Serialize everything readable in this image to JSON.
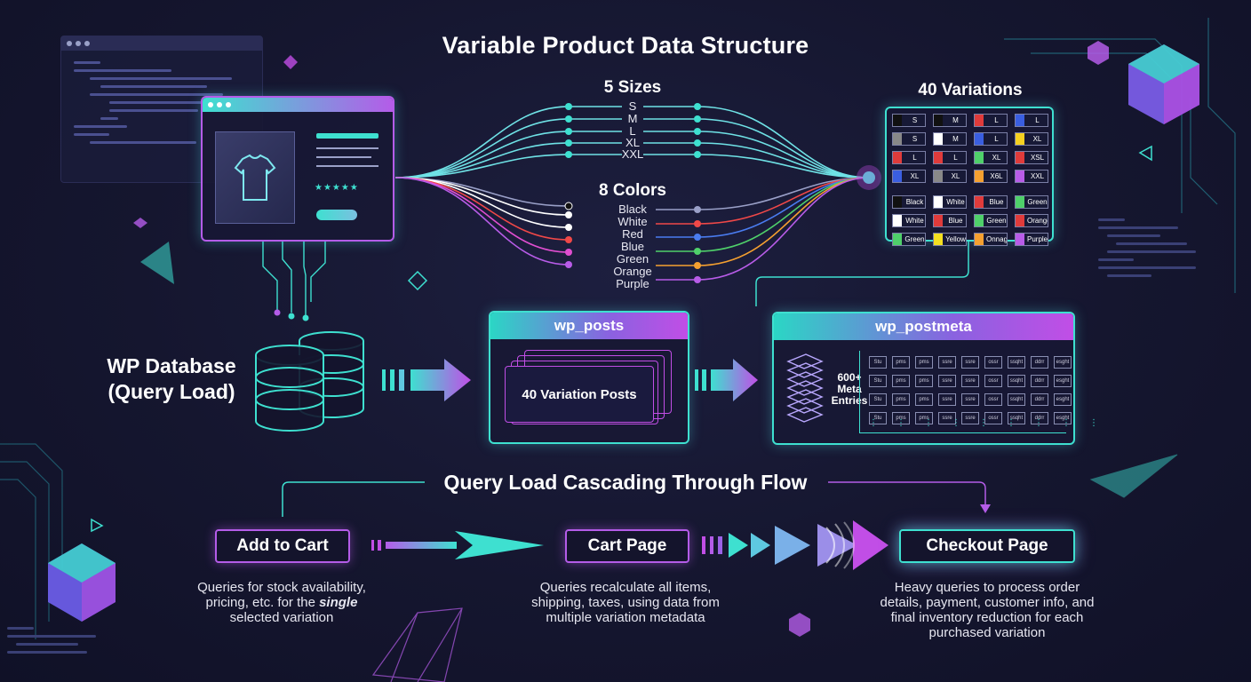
{
  "title": "Variable Product Data Structure",
  "sizes": {
    "heading": "5 Sizes",
    "items": [
      "S",
      "M",
      "L",
      "XL",
      "XXL"
    ]
  },
  "colors": {
    "heading": "8 Colors",
    "items": [
      "Black",
      "White",
      "Red",
      "Blue",
      "Green",
      "Orange",
      "Purple"
    ],
    "dot_colors": [
      "#111111",
      "#ffffff",
      "#f04848",
      "#4a7cf0",
      "#4fd06a",
      "#f5a030",
      "#b85ce8"
    ]
  },
  "variations": {
    "heading": "40 Variations",
    "rows": [
      [
        {
          "c": "#111111",
          "t": "S"
        },
        {
          "c": "#111111",
          "t": "M"
        },
        {
          "c": "#e03b3b",
          "t": "L"
        },
        {
          "c": "#3a5ee0",
          "t": "L"
        }
      ],
      [
        {
          "c": "#888888",
          "t": "S"
        },
        {
          "c": "#ffffff",
          "t": "M"
        },
        {
          "c": "#3a5ee0",
          "t": "L"
        },
        {
          "c": "#f5d020",
          "t": "XL"
        }
      ],
      [
        {
          "c": "#e03b3b",
          "t": "L"
        },
        {
          "c": "#e03b3b",
          "t": "L"
        },
        {
          "c": "#4fd06a",
          "t": "XL"
        },
        {
          "c": "#e03b3b",
          "t": "XSL"
        }
      ],
      [
        {
          "c": "#3a5ee0",
          "t": "XL"
        },
        {
          "c": "#888888",
          "t": "XL"
        },
        {
          "c": "#f5a030",
          "t": "X6L"
        },
        {
          "c": "#b85ce8",
          "t": "XXL"
        }
      ],
      [
        {
          "c": "#111111",
          "t": "Black"
        },
        {
          "c": "#ffffff",
          "t": "White"
        },
        {
          "c": "#e03b3b",
          "t": "Blue"
        },
        {
          "c": "#4fd06a",
          "t": "Green"
        }
      ],
      [
        {
          "c": "#ffffff",
          "t": "White"
        },
        {
          "c": "#e03b3b",
          "t": "Blue"
        },
        {
          "c": "#4fd06a",
          "t": "Green"
        },
        {
          "c": "#e03b3b",
          "t": "Orange"
        }
      ],
      [
        {
          "c": "#4fd06a",
          "t": "Green"
        },
        {
          "c": "#f5e020",
          "t": "Yellow"
        },
        {
          "c": "#f5a030",
          "t": "Onnaga"
        },
        {
          "c": "#b85ce8",
          "t": "Purple"
        }
      ]
    ]
  },
  "database": {
    "label_line1": "WP Database",
    "label_line2": "(Query Load)"
  },
  "wp_posts": {
    "title": "wp_posts",
    "content": "40 Variation Posts"
  },
  "wp_postmeta": {
    "title": "wp_postmeta",
    "count_line1": "600+",
    "count_line2": "Meta",
    "count_line3": "Entries",
    "cells": [
      [
        "Stu",
        "pms",
        "pms",
        "ssre",
        "ssre",
        "ossr",
        "ssqht",
        "ddrr",
        "esght"
      ],
      [
        "Stu",
        "pms",
        "pms",
        "ssre",
        "ssre",
        "ossr",
        "ssqht",
        "ddrr",
        "esght"
      ],
      [
        "Stu",
        "pms",
        "pms",
        "ssre",
        "ssre",
        "ossr",
        "ssqht",
        "ddrr",
        "esght"
      ],
      [
        "Stu",
        "pms",
        "pms",
        "ssre",
        "ssre",
        "ossr",
        "ssqht",
        "ddrr",
        "esght"
      ]
    ]
  },
  "flow": {
    "heading": "Query Load Cascading Through Flow",
    "steps": [
      {
        "label": "Add to Cart",
        "desc_line1": "Queries for stock availability,",
        "desc_line2_pre": "pricing, etc. for the ",
        "desc_line2_em": "single",
        "desc_line3": "selected variation"
      },
      {
        "label": "Cart Page",
        "desc_line1": "Queries recalculate all items,",
        "desc_line2": "shipping, taxes, using data from",
        "desc_line3": "multiple variation metadata"
      },
      {
        "label": "Checkout Page",
        "desc_line1": "Heavy queries to process order",
        "desc_line2": "details, payment, customer info, and",
        "desc_line3": "final inventory reduction for each",
        "desc_line4": "purchased variation"
      }
    ]
  },
  "product_card": {
    "stars": "★★★★★"
  },
  "colors_theme": {
    "teal": "#3ee0d0",
    "purple": "#b45ce8",
    "magenta": "#d04ee6",
    "background": "#15162f"
  }
}
